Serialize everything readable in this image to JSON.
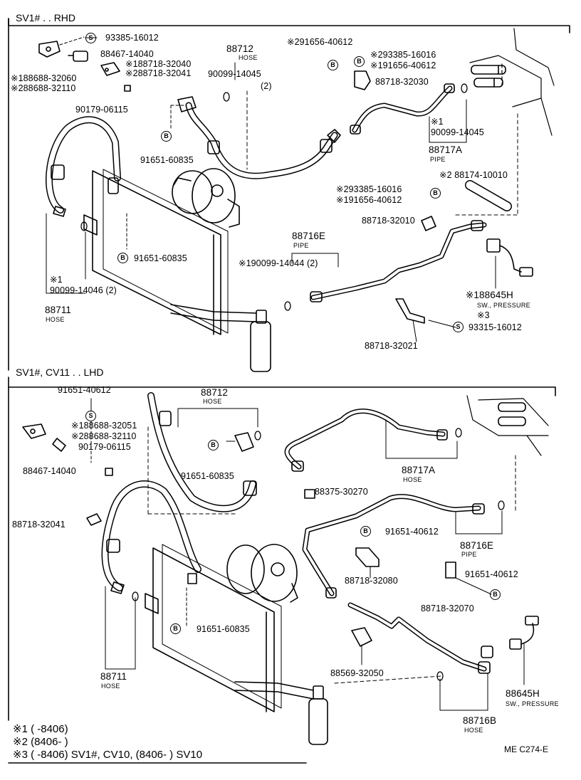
{
  "rhd": {
    "header": "SV1# . . RHD",
    "labels": {
      "l93385_16012": "93385-16012",
      "l88467_14040": "88467-14040",
      "l88718_32040": "※188718-32040",
      "l88718_32041": "※288718-32041",
      "l188688_32060": "※188688-32060",
      "l288688_32110": "※288688-32110",
      "l90179_06115": "90179-06115",
      "l88712": "88712",
      "l88712_sub": "HOSE",
      "l90099_14045_a": "90099-14045",
      "l90099_14045_a2": "(2)",
      "l291656_40612": "※291656-40612",
      "l293385_16016_a": "※293385-16016",
      "l191656_40612_a": "※191656-40612",
      "l88718_32030": "88718-32030",
      "l90099_14045_b1": "※1",
      "l90099_14045_b": "90099-14045",
      "l88717A": "88717A",
      "l88717A_sub": "PIPE",
      "l91651_60835_a": "91651-60835",
      "l288174_10010": "※2 88174-10010",
      "l293385_16016_b": "※293385-16016",
      "l191656_40612_b": "※191656-40612",
      "l88718_32010": "88718-32010",
      "l88716E": "88716E",
      "l88716E_sub": "PIPE",
      "l190099_14044": "※190099-14044 (2)",
      "l91651_60835_b": "91651-60835",
      "l90099_14046_1": "※1",
      "l90099_14046": "90099-14046 (2)",
      "l88711": "88711",
      "l88711_sub": "HOSE",
      "l188645H": "※188645H",
      "l188645H_sub": "SW., PRESSURE",
      "l93315_3": "※3",
      "l93315_16012": "93315-16012",
      "l88718_32021": "88718-32021"
    }
  },
  "lhd": {
    "header": "SV1#, CV11 . . LHD",
    "labels": {
      "m91651_40612_a": "91651-40612",
      "m188688_32051": "※188688-32051",
      "m288688_32110": "※288688-32110",
      "m90179_06115": "90179-06115",
      "m88467_14040": "88467-14040",
      "m88718_32041": "88718-32041",
      "m88712": "88712",
      "m88712_sub": "HOSE",
      "m91651_60835_a": "91651-60835",
      "m88717A": "88717A",
      "m88717A_sub": "HOSE",
      "m88375_30270": "88375-30270",
      "m91651_40612_b": "91651-40612",
      "m88716E": "88716E",
      "m88716E_sub": "PIPE",
      "m88718_32080": "88718-32080",
      "m91651_40612_c": "91651-40612",
      "m88718_32070": "88718-32070",
      "m91651_60835_b": "91651-60835",
      "m88711": "88711",
      "m88711_sub": "HOSE",
      "m88569_32050": "88569-32050",
      "m88645H": "88645H",
      "m88645H_sub": "SW., PRESSURE",
      "m88716B": "88716B",
      "m88716B_sub": "HOSE"
    }
  },
  "marks": {
    "s": "S",
    "b": "B"
  },
  "notes": {
    "n1": "※1  (          -8406)",
    "n2": "※2  (8406-          )",
    "n3": "※3  (          -8406) SV1#, CV10, (8406-          ) SV10"
  },
  "diagram_code": "ME C274-E"
}
